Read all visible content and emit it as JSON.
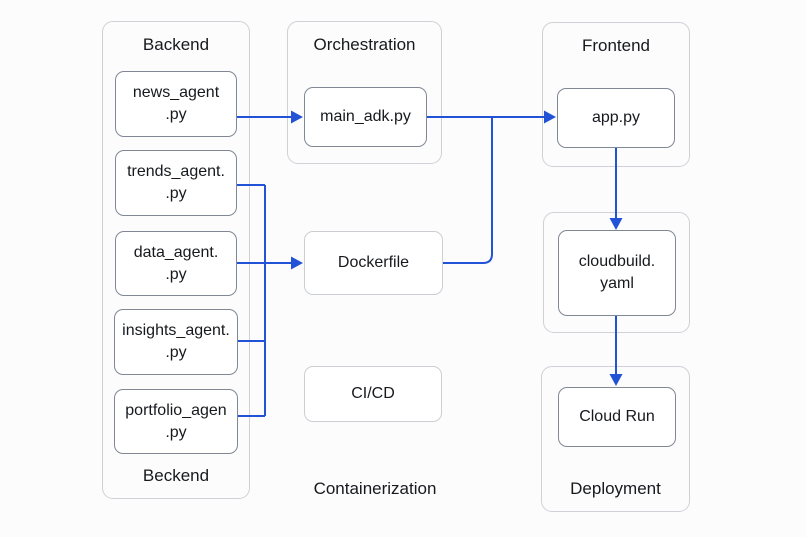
{
  "colors": {
    "accent": "#2253d6",
    "panel_border": "#ced1d6",
    "node_border": "#808893",
    "soft_border": "#cbced3",
    "text": "#17191d",
    "background": "#fcfcfd"
  },
  "panels": {
    "backend": {
      "title": "Backend",
      "footer": "Beckend"
    },
    "orchestration": {
      "title": "Orchestration"
    },
    "frontend": {
      "title": "Frontend"
    },
    "deployment": {
      "footer": "Deployment"
    }
  },
  "labels": {
    "containerization": "Containerization"
  },
  "nodes": {
    "news_agent": {
      "line1": "news_agent",
      "line2": ".py"
    },
    "trends_agent": {
      "line1": "trends_agent.",
      "line2": ".py"
    },
    "data_agent": {
      "line1": "data_agent.",
      "line2": ".py"
    },
    "insights_agent": {
      "line1": "insights_agent.",
      "line2": ".py"
    },
    "portfolio_agent": {
      "line1": "portfolio_agen",
      "line2": ".py"
    },
    "main_adk": {
      "label": "main_adk.py"
    },
    "app": {
      "label": "app.py"
    },
    "dockerfile": {
      "label": "Dockerfile"
    },
    "cicd": {
      "label": "CI/CD"
    },
    "cloudbuild": {
      "line1": "cloudbuild.",
      "line2": "yaml"
    },
    "cloud_run": {
      "label": "Cloud Run"
    }
  },
  "edges": [
    {
      "from": "news_agent.py",
      "to": "main_adk.py",
      "type": "arrow"
    },
    {
      "from": "main_adk.py",
      "to": "app.py",
      "type": "arrow"
    },
    {
      "from": "trends_agent.py",
      "to": "Dockerfile",
      "type": "bus-line"
    },
    {
      "from": "data_agent.py",
      "to": "Dockerfile",
      "type": "arrow"
    },
    {
      "from": "insights_agent.py",
      "to": "Dockerfile",
      "type": "bus-line"
    },
    {
      "from": "portfolio_agent.py",
      "to": "Dockerfile",
      "type": "bus-line"
    },
    {
      "from": "Dockerfile",
      "to": "app.py",
      "type": "elbow-join"
    },
    {
      "from": "app.py",
      "to": "cloudbuild.yaml",
      "type": "arrow"
    },
    {
      "from": "cloudbuild.yaml",
      "to": "Cloud Run",
      "type": "arrow"
    }
  ]
}
